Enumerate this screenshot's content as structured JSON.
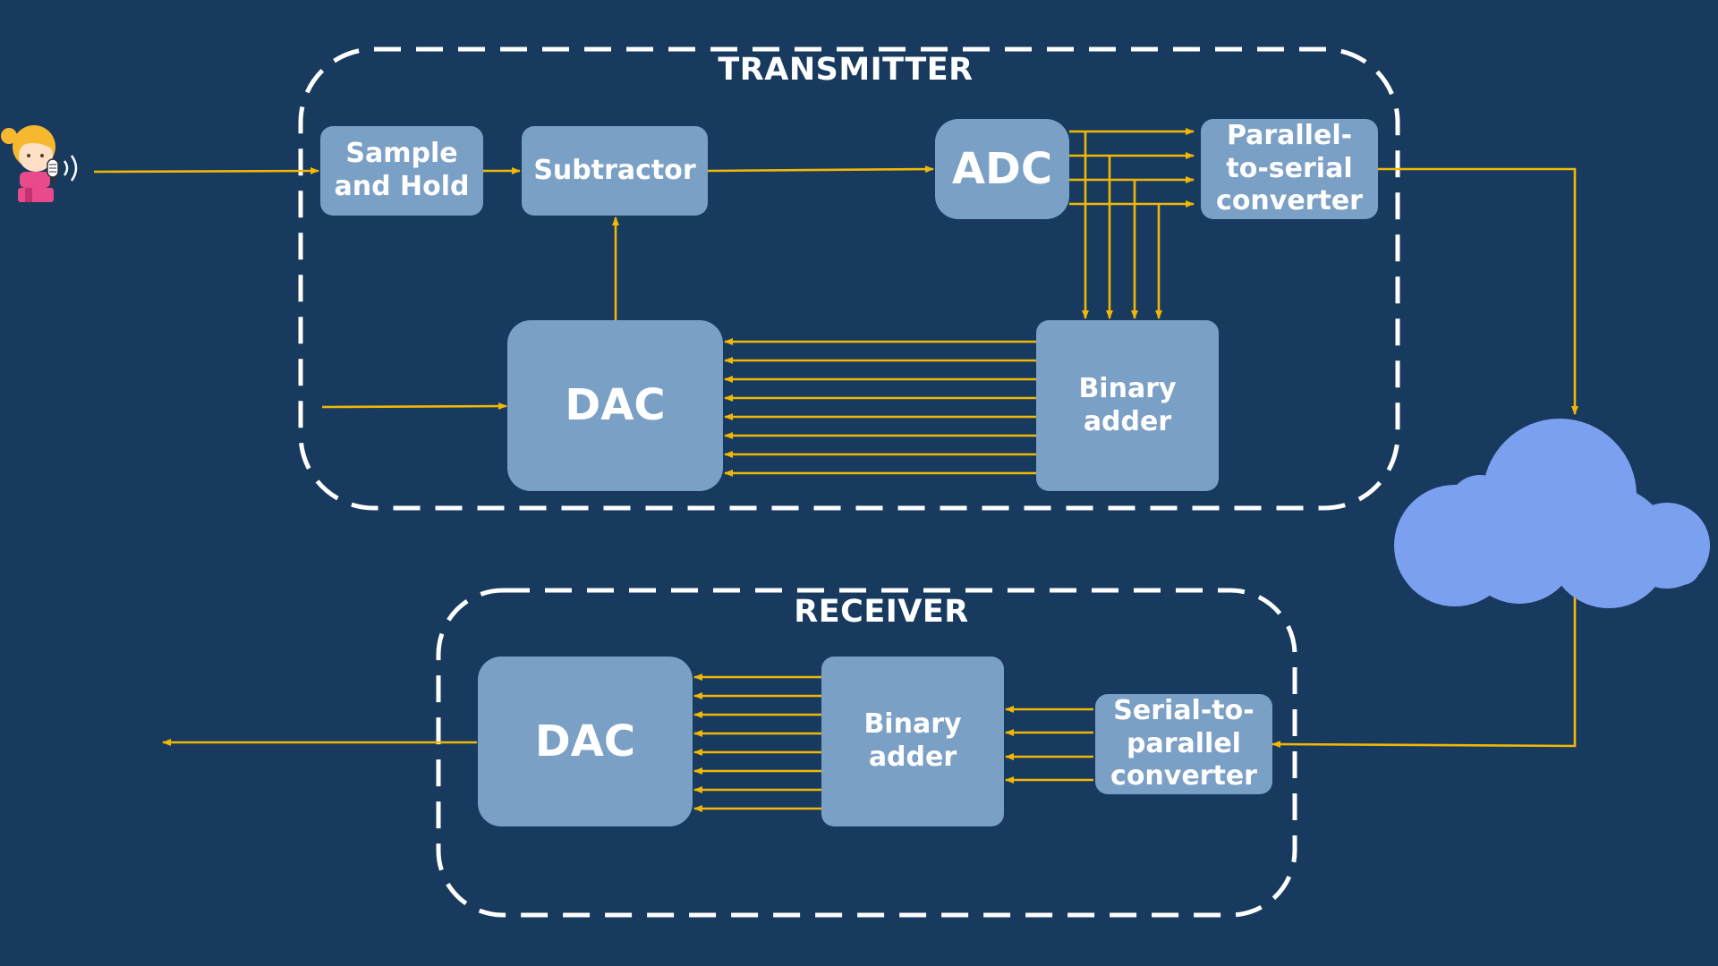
{
  "transmitter": {
    "title": "TRANSMITTER",
    "sample_hold_label": "Sample\nand Hold",
    "subtractor_label": "Subtractor",
    "adc_label": "ADC",
    "p2s_label": "Parallel-\nto-serial\nconverter",
    "dac_label": "DAC",
    "binary_adder_label": "Binary\nadder"
  },
  "receiver": {
    "title": "RECEIVER",
    "dac_label": "DAC",
    "binary_adder_label": "Binary\nadder",
    "s2p_label": "Serial-to-\nparallel\nconverter"
  },
  "icons": {
    "source": "speaker-icon",
    "channel": "cloud-icon"
  },
  "colors": {
    "background": "#173a5e",
    "block_fill": "#7ba0c5",
    "wire": "#f2b705",
    "dashed_border": "#ffffff",
    "cloud": "#7aa0ef"
  }
}
